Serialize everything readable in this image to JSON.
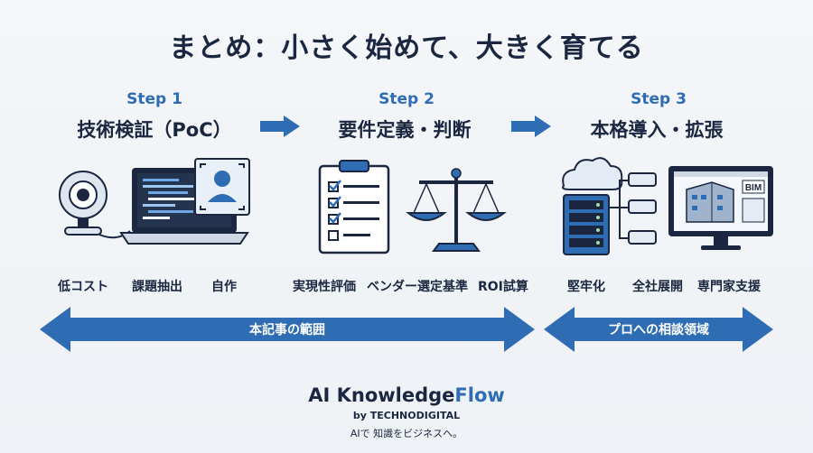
{
  "title": "まとめ：小さく始めて、大きく育てる",
  "steps": [
    {
      "label": "Step 1",
      "title": "技術検証（PoC）",
      "items": [
        "低コスト",
        "課題抽出",
        "自作"
      ]
    },
    {
      "label": "Step 2",
      "title": "要件定義・判断",
      "items": [
        "実現性評価",
        "ベンダー選定基準",
        "ROI試算"
      ]
    },
    {
      "label": "Step 3",
      "title": "本格導入・拡張",
      "items": [
        "堅牢化",
        "全社展開",
        "専門家支援"
      ]
    }
  ],
  "bands": {
    "scope": "本記事の範囲",
    "pro": "プロへの相談領域"
  },
  "illustration_text": {
    "bim": "BIM"
  },
  "brand": {
    "name_part1": "AI Knowledge",
    "name_part2": "Flow",
    "by": "by TECHNODIGITAL",
    "tagline": "AIで 知識をビジネスへ。"
  },
  "colors": {
    "accent": "#2e6db4",
    "dark": "#1b2740"
  }
}
